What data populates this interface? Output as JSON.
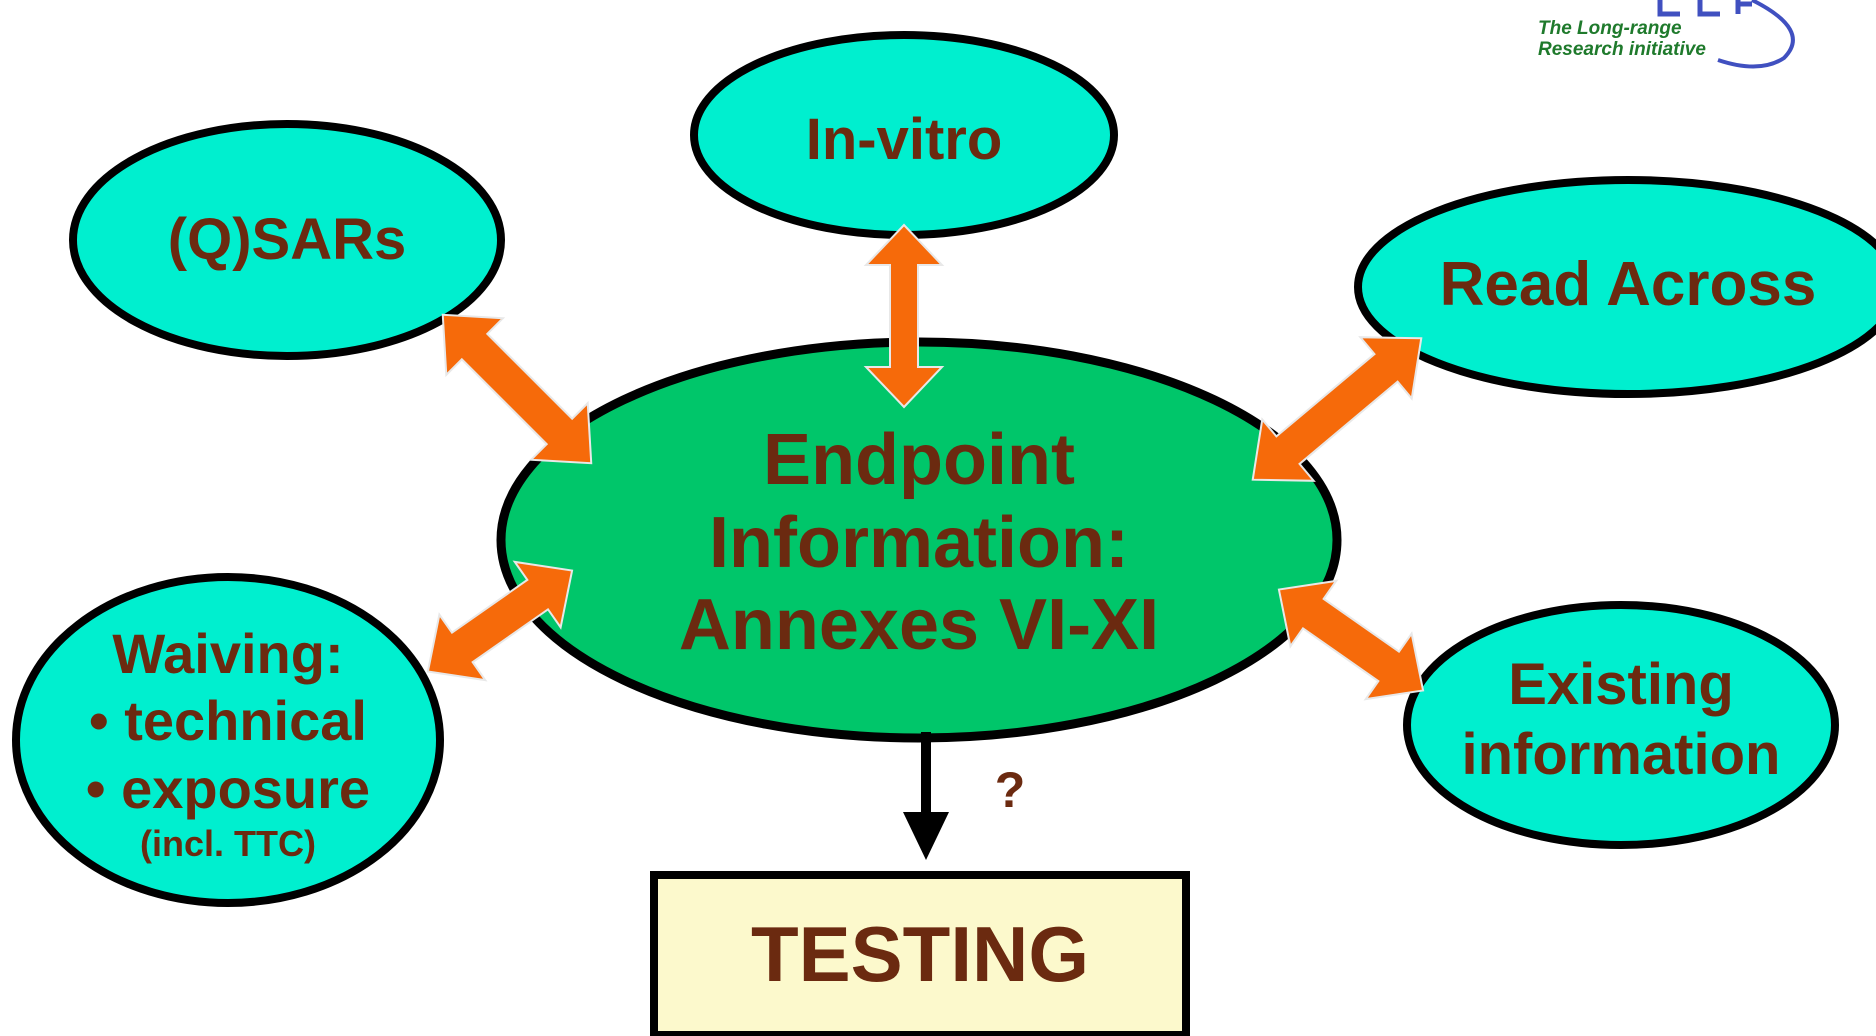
{
  "colors": {
    "satellite_fill": "#00efcf",
    "center_fill": "#00c66a",
    "arrow_fill": "#f66a0a",
    "outline": "#000000",
    "text": "#6b2a10",
    "testing_fill": "#fcf9cc",
    "logo_text": "#1f7a2c",
    "logo_accent": "#4050c0"
  },
  "logo": {
    "line1": "The Long-range",
    "line2": "Research initiative"
  },
  "nodes": {
    "qsars": "(Q)SARs",
    "in_vitro": "In-vitro",
    "read_across": "Read Across",
    "center": {
      "line1": "Endpoint",
      "line2": "Information:",
      "line3": "Annexes VI-XI"
    },
    "waiving": {
      "line1": "Waiving:",
      "line2": "• technical",
      "line3": "• exposure",
      "line4": "(incl. TTC)"
    },
    "existing": {
      "line1": "Existing",
      "line2": "information"
    },
    "testing": "TESTING"
  },
  "question_mark": "?"
}
